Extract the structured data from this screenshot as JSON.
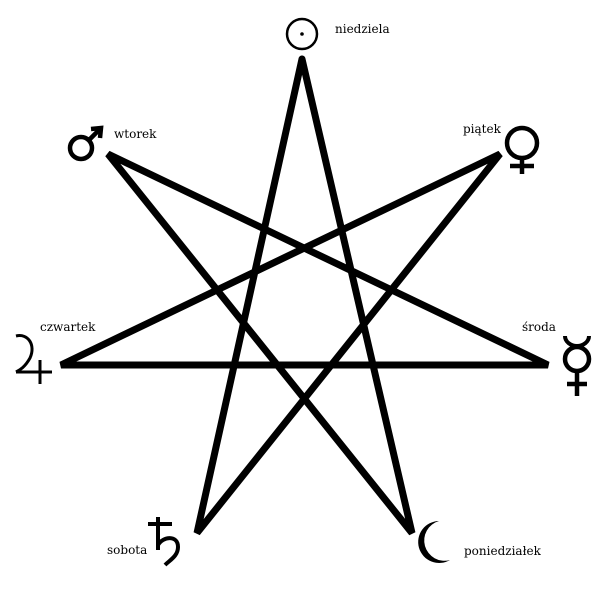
{
  "colors": {
    "stroke": "#000000",
    "background": "#ffffff"
  },
  "days": [
    {
      "id": "niedziela",
      "label": "niedziela",
      "planet": "sun-icon",
      "glyph": "☉"
    },
    {
      "id": "piatek",
      "label": "piątek",
      "planet": "venus-icon",
      "glyph": "♀"
    },
    {
      "id": "sroda",
      "label": "środa",
      "planet": "mercury-icon",
      "glyph": "☿"
    },
    {
      "id": "poniedzialek",
      "label": "poniedziałek",
      "planet": "moon-icon",
      "glyph": "☽"
    },
    {
      "id": "sobota",
      "label": "sobota",
      "planet": "saturn-icon",
      "glyph": "♄"
    },
    {
      "id": "czwartek",
      "label": "czwartek",
      "planet": "jupiter-icon",
      "glyph": "♃"
    },
    {
      "id": "wtorek",
      "label": "wtorek",
      "planet": "mars-icon",
      "glyph": "♂"
    }
  ],
  "star_order": [
    "niedziela",
    "poniedzialek",
    "wtorek",
    "sroda",
    "czwartek",
    "piatek",
    "sobota",
    "niedziela"
  ]
}
